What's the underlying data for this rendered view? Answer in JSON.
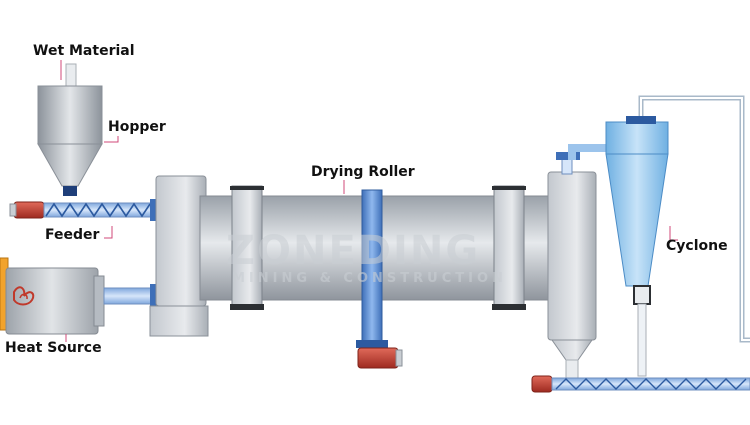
{
  "labels": {
    "wet_material": "Wet Material",
    "hopper": "Hopper",
    "feeder": "Feeder",
    "heat_source": "Heat Source",
    "drying_roller": "Drying Roller",
    "cyclone": "Cyclone"
  },
  "watermark": {
    "brand": "ZONEDING",
    "tagline": "MINING & CONSTRUCTION"
  },
  "colors": {
    "steel": "#b9bfc6",
    "steel_dark": "#8a9098",
    "pipe_blue": "#5b8fd6",
    "cyclone_blue": "#8fc3ec",
    "motor_red": "#c0392b",
    "leader_pink": "#d14a78",
    "heat_orange": "#f2a32c"
  }
}
